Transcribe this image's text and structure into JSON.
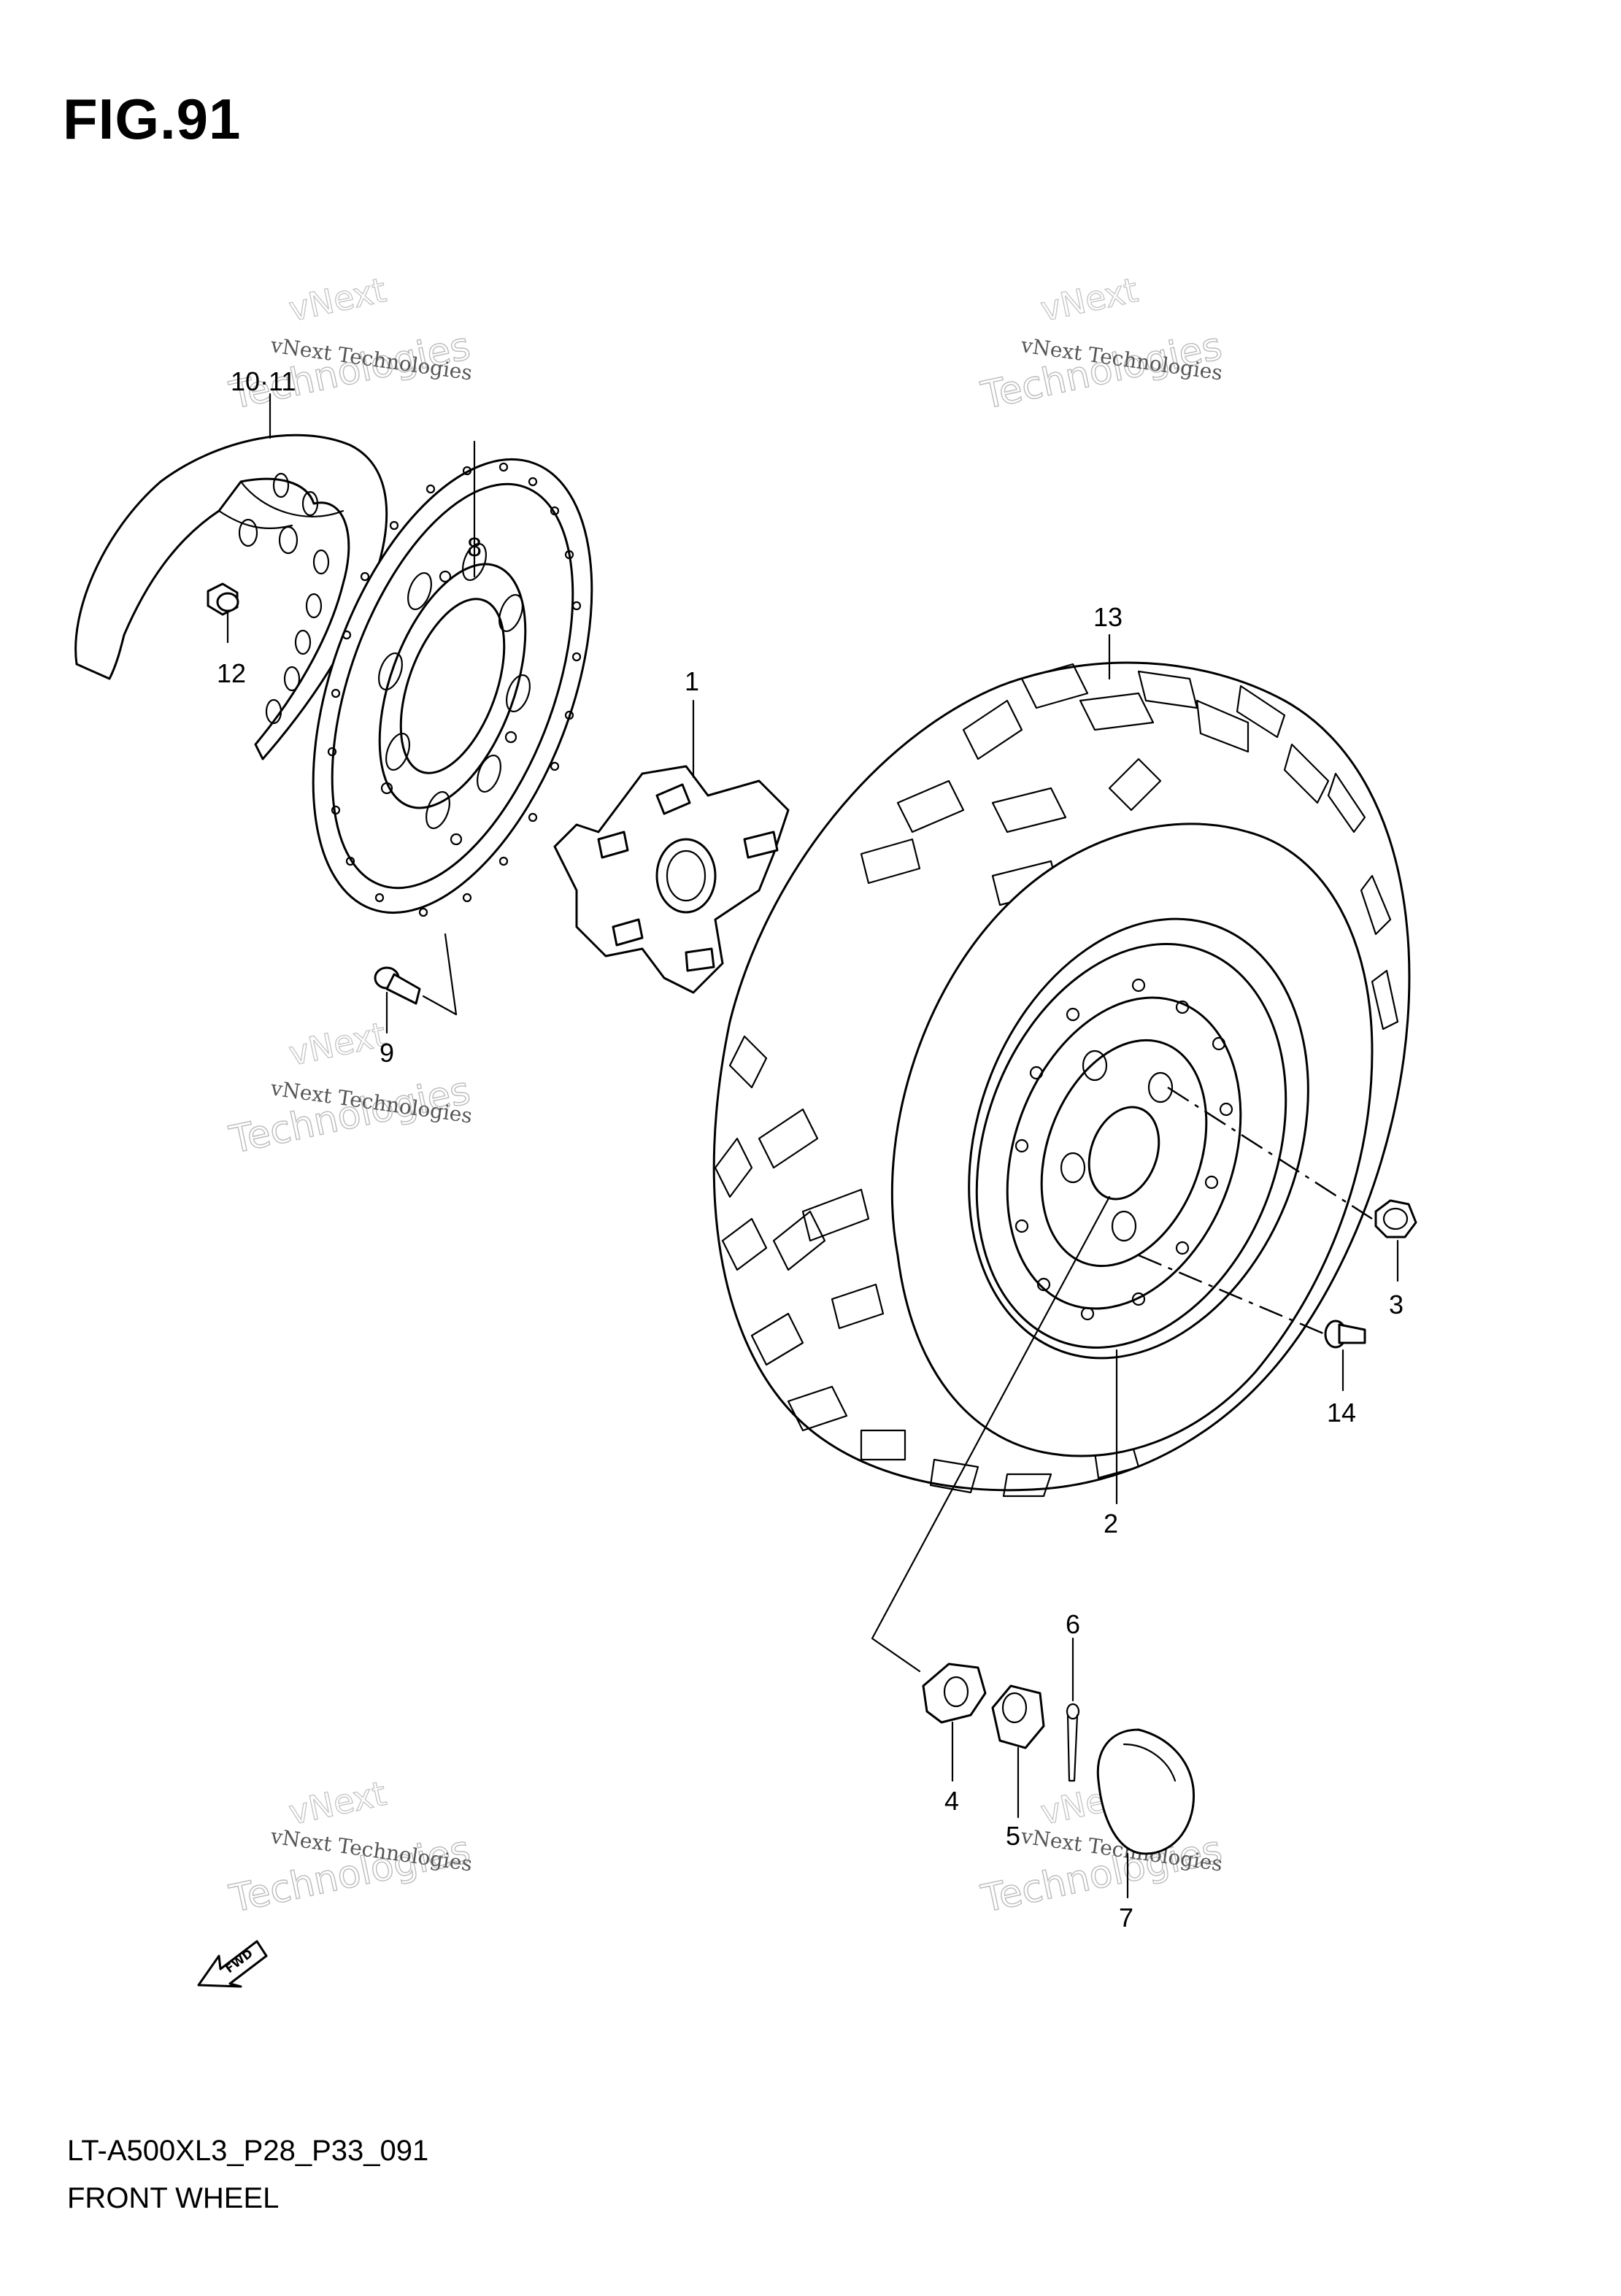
{
  "figure": {
    "title": "FIG.91"
  },
  "footer": {
    "model_code": "LT-A500XL3_P28_P33_091",
    "assembly_name": "FRONT WHEEL"
  },
  "callouts": [
    "10·11",
    "8",
    "12",
    "1",
    "9",
    "13",
    "3",
    "14",
    "2",
    "6",
    "4",
    "5",
    "7"
  ],
  "watermark": {
    "line1": "vNext Technologies",
    "line2": "Technologies",
    "line3": "vNext"
  },
  "fwd_label": "FWD"
}
